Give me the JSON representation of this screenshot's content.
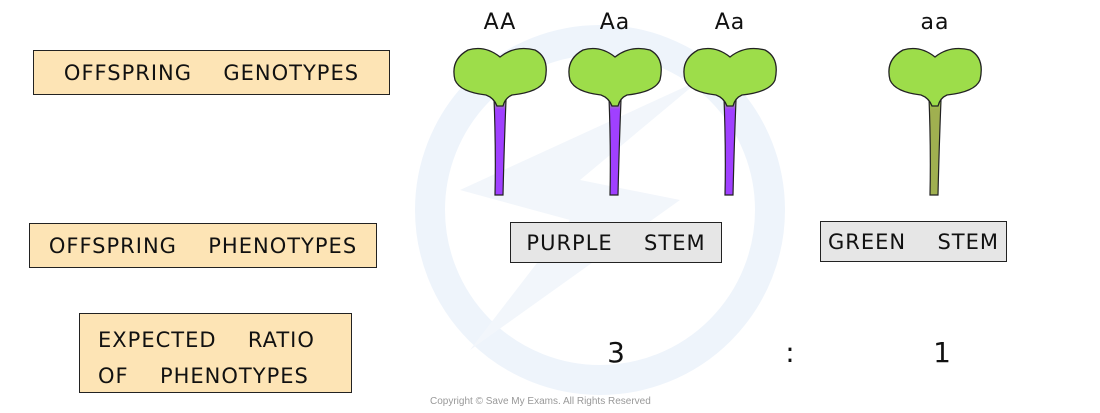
{
  "row_labels": {
    "genotypes": "OFFSPRING  GENOTYPES",
    "phenotypes": "OFFSPRING  PHENOTYPES",
    "ratio_line1": "EXPECTED  RATIO",
    "ratio_line2": "OF  PHENOTYPES"
  },
  "offspring": [
    {
      "genotype": "AA",
      "stem_color": "#a040ff"
    },
    {
      "genotype": "Aa",
      "stem_color": "#a040ff"
    },
    {
      "genotype": "Aa",
      "stem_color": "#a040ff"
    },
    {
      "genotype": "aa",
      "stem_color": "#a0b050"
    }
  ],
  "phenotypes": {
    "purple": "PURPLE  STEM",
    "green": "GREEN  STEM"
  },
  "ratio": {
    "purple": "3",
    "separator": ":",
    "green": "1"
  },
  "colors": {
    "label_bg": "#fde4b5",
    "phenotype_bg": "#e6e6e6",
    "leaf": "#9ddd4a",
    "purple_stem": "#a040ff",
    "green_stem": "#a0b050"
  },
  "copyright": "Copyright © Save My Exams. All Rights Reserved"
}
